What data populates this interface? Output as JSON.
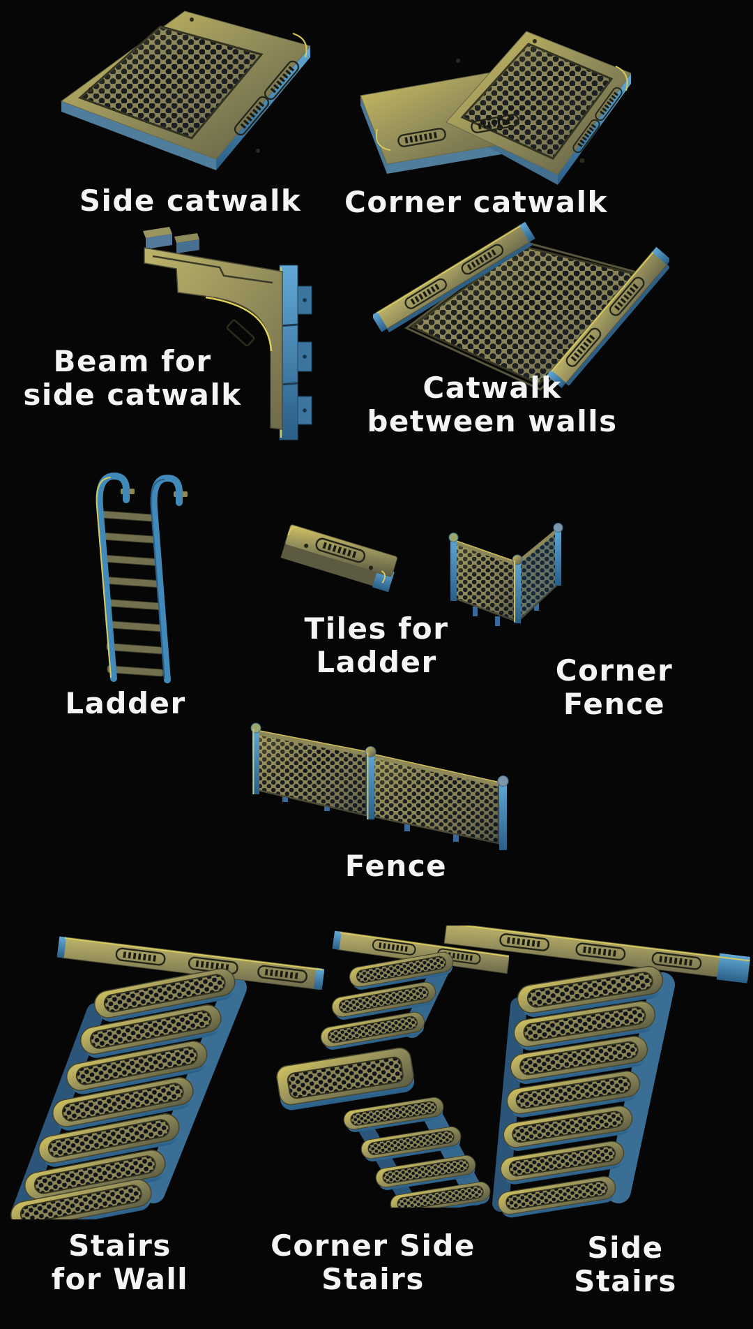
{
  "page": {
    "background": "#060606",
    "text_color": "#f4f4f4"
  },
  "palette": {
    "olive_highlight": "#d2c35f",
    "olive_mid": "#97915c",
    "olive_dark": "#5c5b43",
    "rim_blue_light": "#62a9d6",
    "rim_blue_dark": "#2a5e86",
    "hole_dark": "#10131a",
    "label_white": "#f4f4f4"
  },
  "items": [
    {
      "id": "side-catwalk",
      "label": "Side catwalk"
    },
    {
      "id": "corner-catwalk",
      "label": "Corner catwalk"
    },
    {
      "id": "beam-for-side-catwalk",
      "label": "Beam for\nside catwalk"
    },
    {
      "id": "catwalk-between-walls",
      "label": "Catwalk\nbetween walls"
    },
    {
      "id": "ladder",
      "label": "Ladder"
    },
    {
      "id": "tiles-for-ladder",
      "label": "Tiles for\nLadder"
    },
    {
      "id": "corner-fence",
      "label": "Corner\nFence"
    },
    {
      "id": "fence",
      "label": "Fence"
    },
    {
      "id": "stairs-for-wall",
      "label": "Stairs\nfor Wall"
    },
    {
      "id": "corner-side-stairs",
      "label": "Corner Side\nStairs"
    },
    {
      "id": "side-stairs",
      "label": "Side Stairs"
    }
  ]
}
